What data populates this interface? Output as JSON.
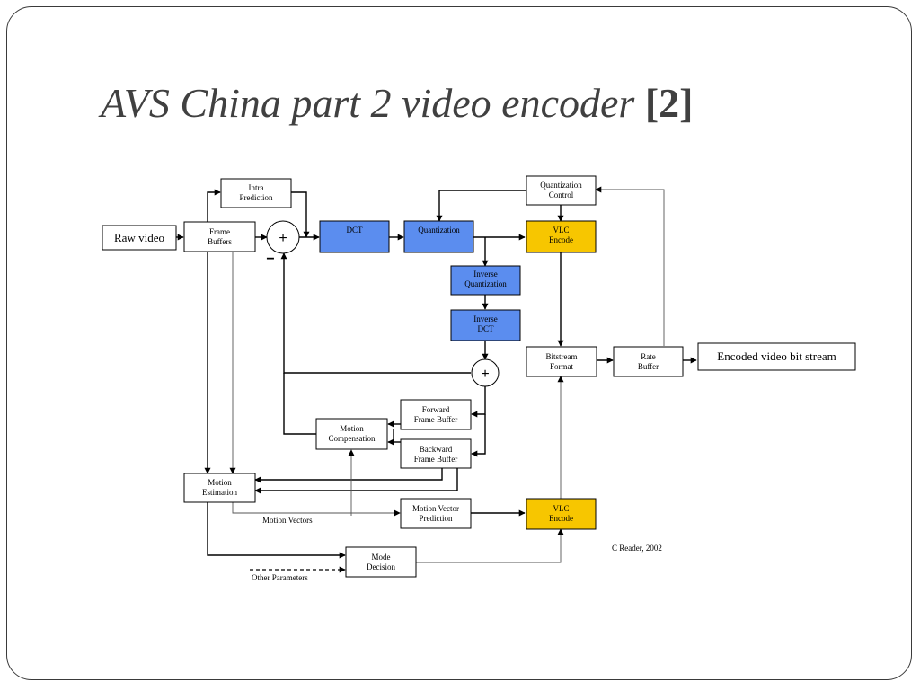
{
  "slide": {
    "title": "AVS China part 2 video encoder",
    "title_ref": "[2]"
  },
  "colors": {
    "transform_block": "#5b8def",
    "entropy_block": "#f7c600",
    "frame_border": "#3a3a3a"
  },
  "diagram": {
    "raw_video": "Raw video",
    "frame_buffers": [
      "Frame",
      "Buffers"
    ],
    "intra_prediction": [
      "Intra",
      "Prediction"
    ],
    "adder_top_symbol": "+",
    "adder_minus_sign": "−",
    "dct": "DCT",
    "quantization": "Quantization",
    "quantization_control": [
      "Quantization",
      "Control"
    ],
    "vlc_encode_top": [
      "VLC",
      "Encode"
    ],
    "inverse_quantization": [
      "Inverse",
      "Quantization"
    ],
    "inverse_dct": [
      "Inverse",
      "DCT"
    ],
    "adder_bottom_symbol": "+",
    "bitstream_format": [
      "Bitstream",
      "Format"
    ],
    "rate_buffer": [
      "Rate",
      "Buffer"
    ],
    "encoded_bitstream": "Encoded video bit stream",
    "forward_frame_buffer": [
      "Forward",
      "Frame Buffer"
    ],
    "backward_frame_buffer": [
      "Backward",
      "Frame Buffer"
    ],
    "motion_compensation": [
      "Motion",
      "Compensation"
    ],
    "motion_estimation": [
      "Motion",
      "Estimation"
    ],
    "motion_vector_prediction": [
      "Motion Vector",
      "Prediction"
    ],
    "vlc_encode_bottom": [
      "VLC",
      "Encode"
    ],
    "motion_vectors_label": "Motion Vectors",
    "mode_decision": [
      "Mode",
      "Decision"
    ],
    "other_parameters_label": "Other Parameters",
    "credit": "C Reader, 2002"
  }
}
